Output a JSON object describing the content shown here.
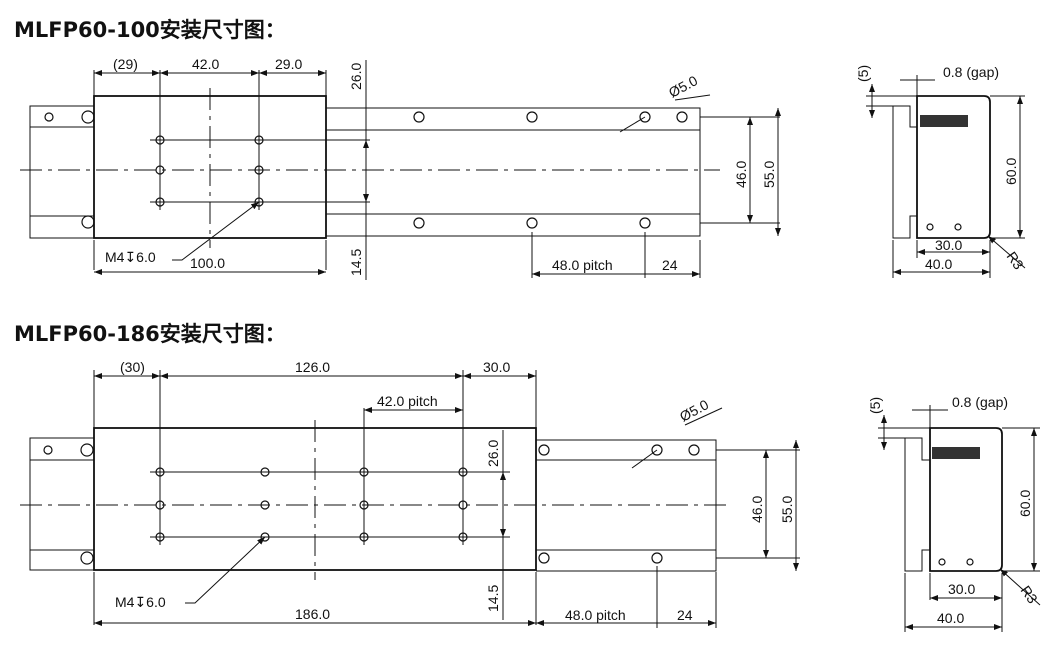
{
  "drawings": [
    {
      "title": "MLFP60-100安装尺寸图：",
      "dims": {
        "left_ref": "(29)",
        "pitch_x": "42.0",
        "right": "29.0",
        "top_offset": "26.0",
        "length": "100.0",
        "thread": "M4↧6.0",
        "bottom_offset": "14.5",
        "rail_pitch": "48.0 pitch",
        "rail_end": "24",
        "hole_dia": "Ø5.0",
        "hole_span": "46.0",
        "rail_width": "55.0"
      },
      "side": {
        "offset": "(5)",
        "gap": "0.8 (gap)",
        "height": "60.0",
        "inner_width": "30.0",
        "width": "40.0",
        "radius": "R3"
      }
    },
    {
      "title": "MLFP60-186安装尺寸图：",
      "dims": {
        "left_ref": "(30)",
        "span": "126.0",
        "right": "30.0",
        "pitch_x": "42.0  pitch",
        "top_offset": "26.0",
        "length": "186.0",
        "thread": "M4↧6.0",
        "bottom_offset": "14.5",
        "rail_pitch": "48.0 pitch",
        "rail_end": "24",
        "hole_dia": "Ø5.0",
        "hole_span": "46.0",
        "rail_width": "55.0"
      },
      "side": {
        "offset": "(5)",
        "gap": "0.8 (gap)",
        "height": "60.0",
        "inner_width": "30.0",
        "width": "40.0",
        "radius": "R3"
      }
    }
  ]
}
